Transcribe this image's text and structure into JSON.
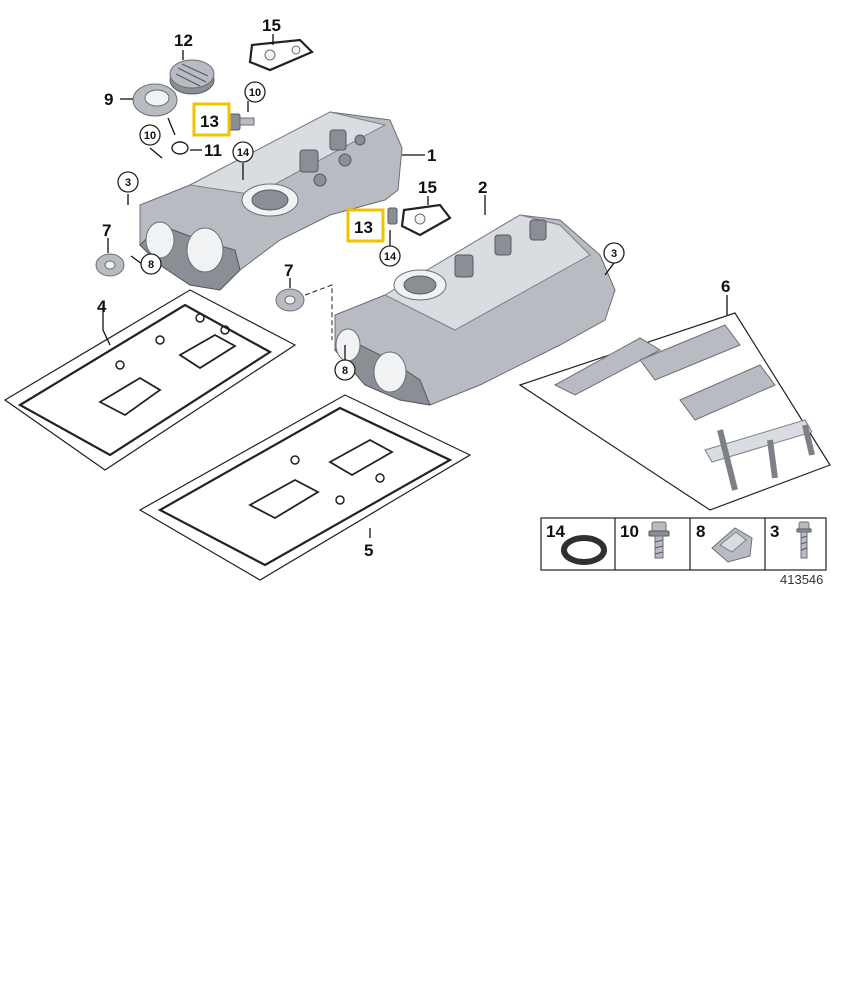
{
  "callouts": {
    "c1": "1",
    "c2": "2",
    "c3a": "3",
    "c3b": "3",
    "c4": "4",
    "c5": "5",
    "c6": "6",
    "c7a": "7",
    "c7b": "7",
    "c8a": "8",
    "c8b": "8",
    "c9": "9",
    "c10a": "10",
    "c10b": "10",
    "c11": "11",
    "c12": "12",
    "c13a": "13",
    "c13b": "13",
    "c14a": "14",
    "c14b": "14",
    "c15a": "15",
    "c15b": "15"
  },
  "highlight_color": "#f2c200",
  "legend": {
    "items": [
      {
        "number": "14",
        "icon": "o-ring-icon"
      },
      {
        "number": "10",
        "icon": "bolt-icon"
      },
      {
        "number": "8",
        "icon": "clip-icon"
      },
      {
        "number": "3",
        "icon": "screw-icon"
      }
    ]
  },
  "diagram_id": "413546"
}
